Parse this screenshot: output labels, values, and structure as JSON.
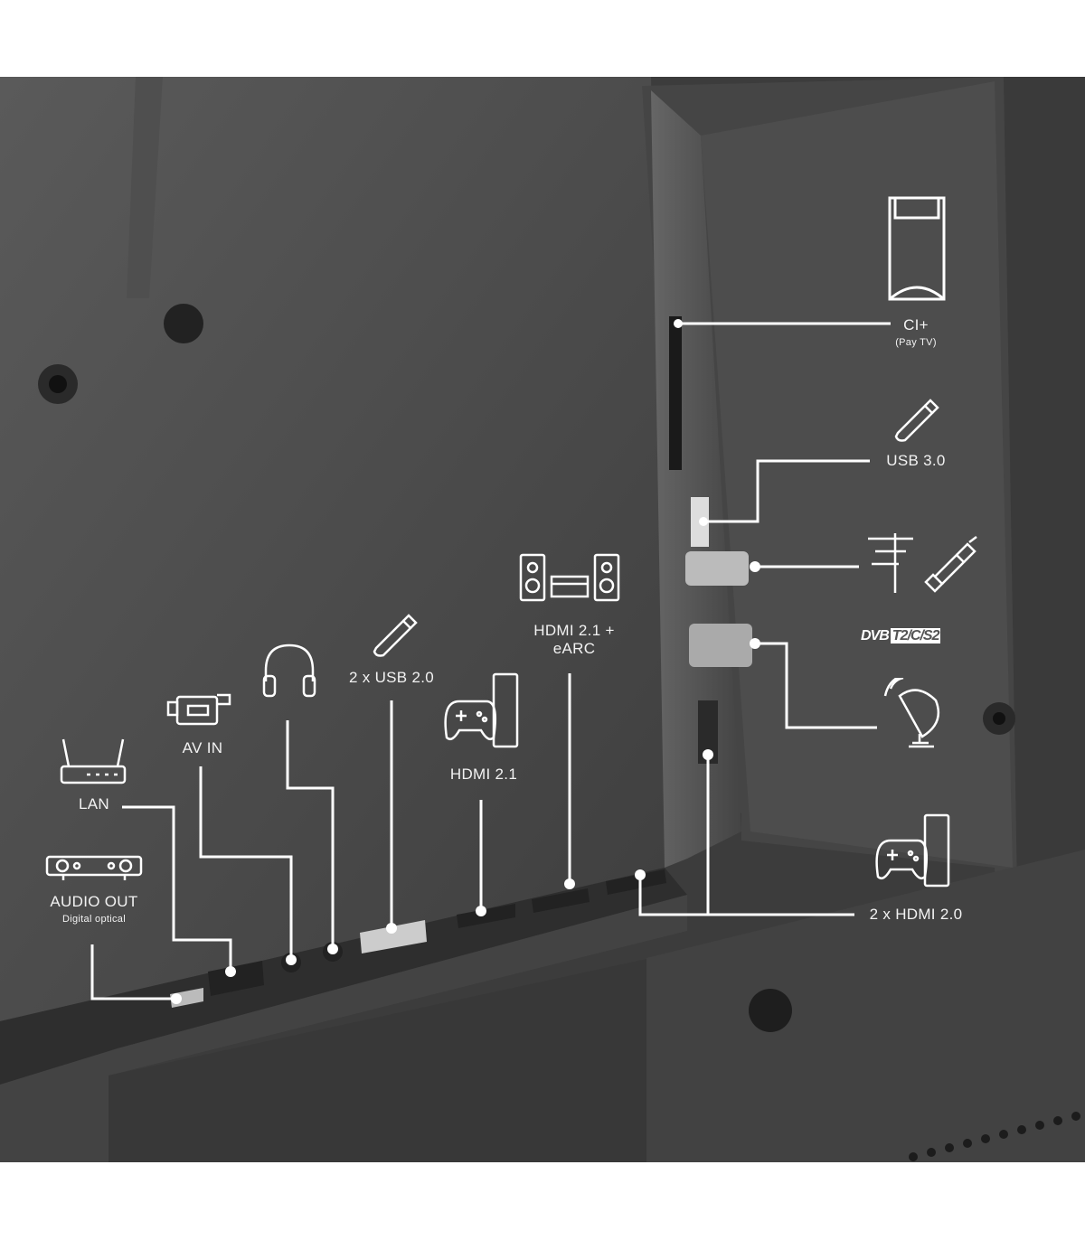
{
  "ports": {
    "ci": {
      "label": "CI+",
      "sub": "(Pay TV)"
    },
    "usb3": {
      "label": "USB 3.0"
    },
    "antenna": {
      "label": "DVB T2/C/S2",
      "prefix": "DVB",
      "suffix": "T2/C/S2"
    },
    "hdmi2x20": {
      "label": "2 x HDMI 2.0"
    },
    "hdmi21earc": {
      "label": "HDMI 2.1 +",
      "label2": "eARC"
    },
    "usb2": {
      "label": "2 x USB 2.0"
    },
    "hdmi21": {
      "label": "HDMI 2.1"
    },
    "avin": {
      "label": "AV IN"
    },
    "lan": {
      "label": "LAN"
    },
    "audio": {
      "label": "AUDIO OUT",
      "sub": "Digital optical"
    }
  },
  "colors": {
    "background": "#4a4a4a",
    "panel": "#555555",
    "line": "#ffffff"
  }
}
